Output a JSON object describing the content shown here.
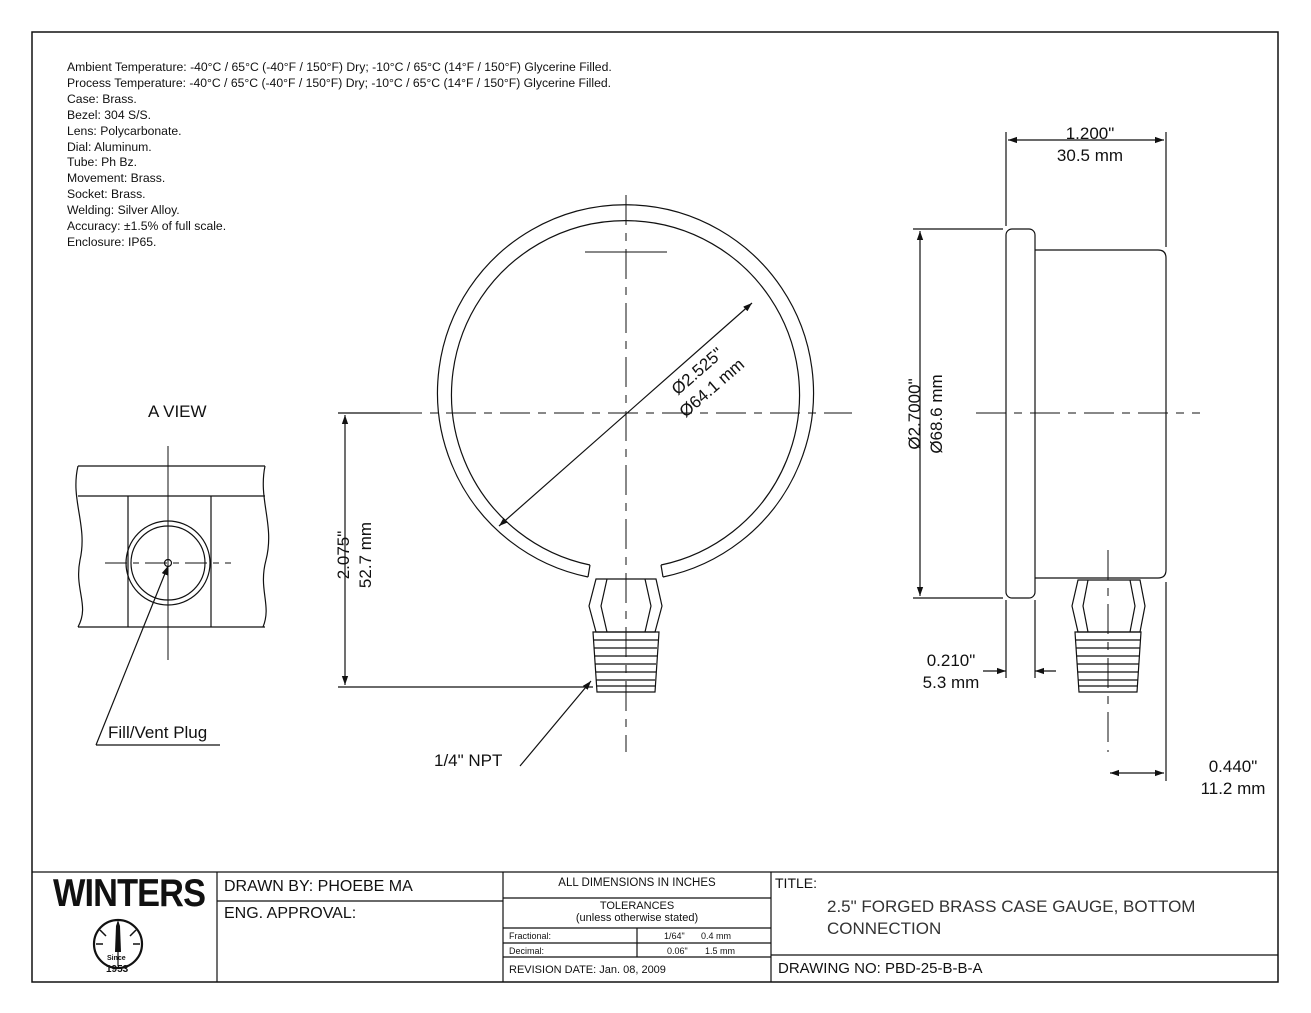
{
  "specs": [
    "Ambient Temperature: -40°C / 65°C (-40°F / 150°F) Dry; -10°C / 65°C (14°F / 150°F) Glycerine Filled.",
    "Process Temperature: -40°C / 65°C (-40°F / 150°F) Dry; -10°C / 65°C (14°F / 150°F) Glycerine Filled.",
    "Case: Brass.",
    "Bezel: 304 S/S.",
    "Lens: Polycarbonate.",
    "Dial: Aluminum.",
    "Tube: Ph Bz.",
    "Movement: Brass.",
    "Socket: Brass.",
    "Welding: Silver Alloy.",
    "Accuracy: ±1.5% of full scale.",
    "Enclosure: IP65."
  ],
  "views": {
    "a_view_title": "A VIEW",
    "fill_vent_plug": "Fill/Vent Plug",
    "npt": "1/4\" NPT"
  },
  "dimensions": {
    "dial_in": "Ø2.525\"",
    "dial_mm": "Ø64.1 mm",
    "height_in": "2.075\"",
    "height_mm": "52.7 mm",
    "case_in": "Ø2.7000\"",
    "case_mm": "Ø68.6 mm",
    "depth_in": "1.200\"",
    "depth_mm": "30.5 mm",
    "bezel_in": "0.210\"",
    "bezel_mm": "5.3 mm",
    "offset_in": "0.440\"",
    "offset_mm": "11.2 mm"
  },
  "title_block": {
    "logo_text": "WINTERS",
    "logo_since": "Since",
    "logo_year": "1953",
    "drawn_by": "DRAWN BY: PHOEBE MA",
    "eng_approval": "ENG. APPROVAL:",
    "all_dimensions": "ALL DIMENSIONS IN INCHES",
    "tolerances": "TOLERANCES",
    "tolerances_note": "(unless otherwise stated)",
    "fractional_label": "Fractional:",
    "fractional_val1": "1/64\"",
    "fractional_val2": "0.4 mm",
    "decimal_label": "Decimal:",
    "decimal_val1": "0.06\"",
    "decimal_val2": "1.5 mm",
    "revision_date": "REVISION DATE: Jan. 08, 2009",
    "title_label": "TITLE:",
    "title_line1": "2.5\" FORGED BRASS CASE GAUGE, BOTTOM",
    "title_line2": "CONNECTION",
    "drawing_no": "DRAWING NO: PBD-25-B-B-A"
  }
}
